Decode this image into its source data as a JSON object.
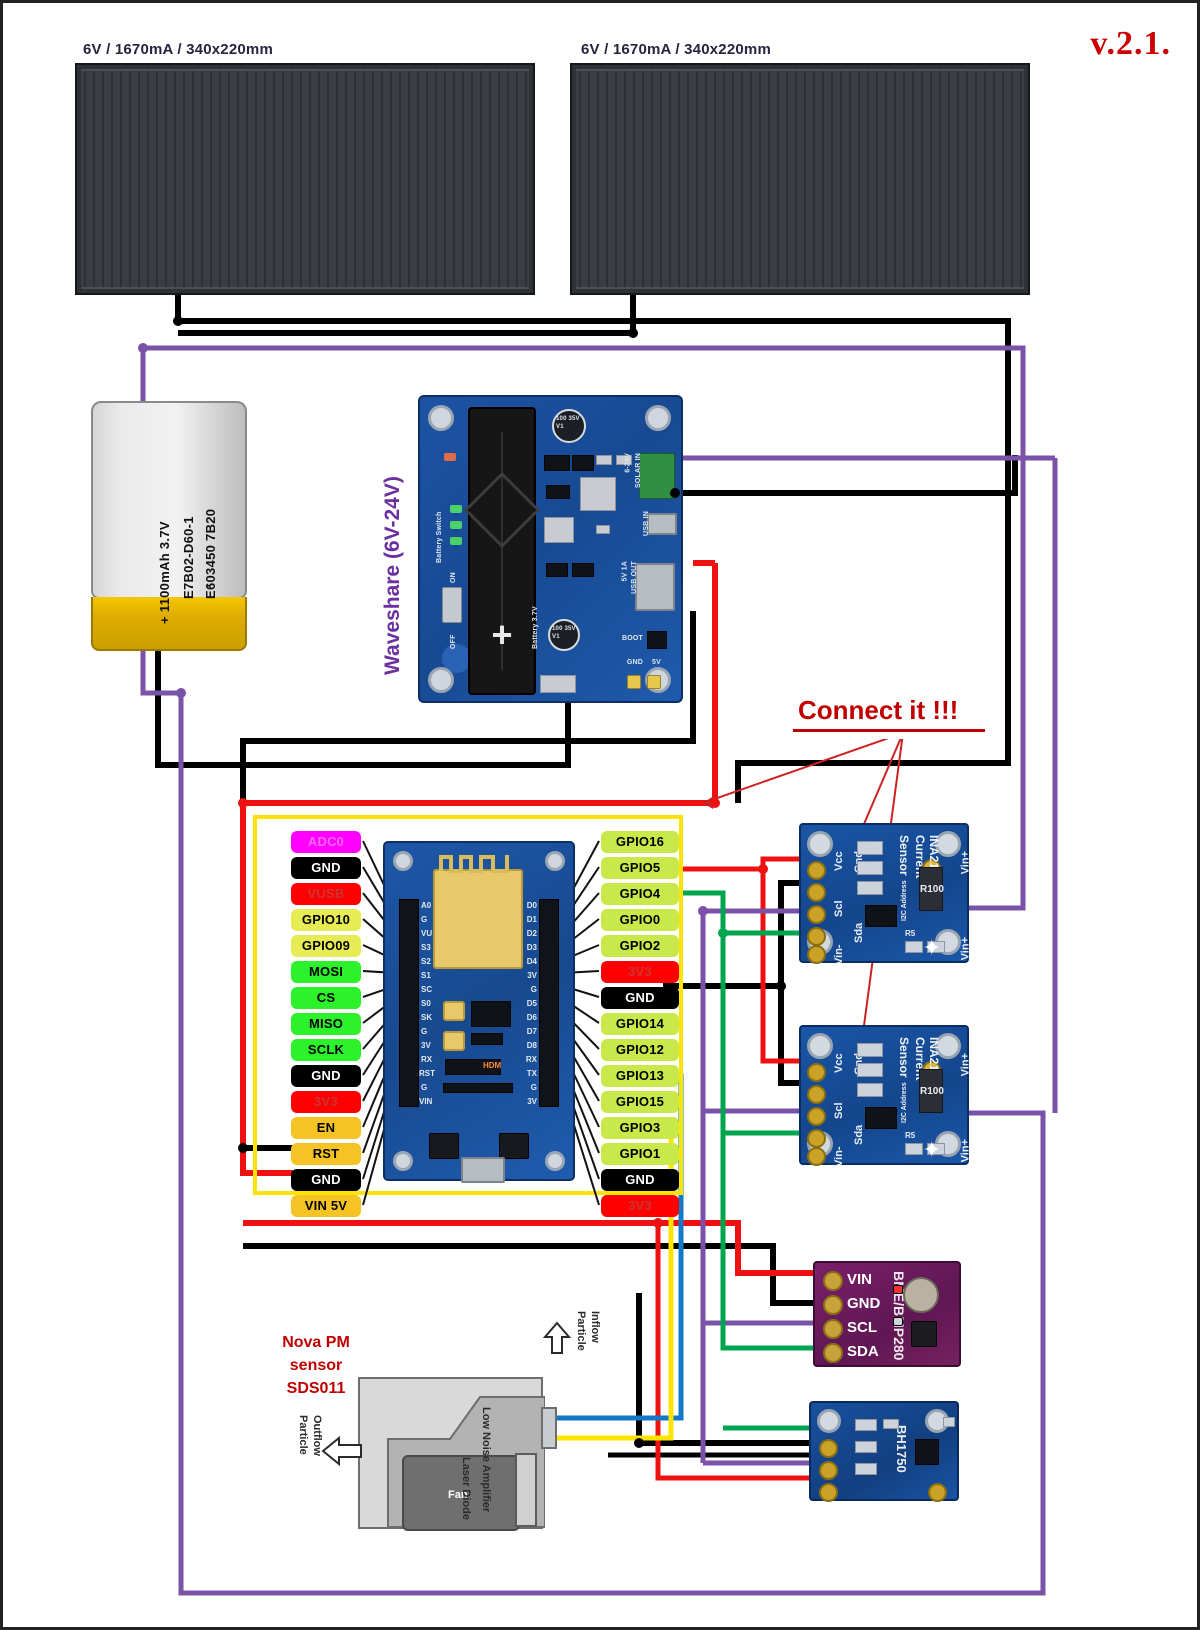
{
  "version_label": "v.2.1.",
  "solar_panels": [
    {
      "caption": "6V / 1670mA / 340x220mm"
    },
    {
      "caption": "6V / 1670mA / 340x220mm"
    }
  ],
  "battery": {
    "line1": "E603450 7B20",
    "line2": "E7B02-D60-1",
    "line3": "+ 1100mAh 3.7V",
    "minus_mark": "-"
  },
  "waveshare": {
    "label": "Waveshare (6V-24V)",
    "silk": {
      "solar_in": "SOLAR IN",
      "solar_range": "6-24V",
      "usb_in": "USB IN",
      "usb_out": "USB OUT",
      "usb_out_rating": "5V 1A",
      "battery_switch": "Battery Switch",
      "on": "ON",
      "off": "OFF",
      "battery_3v7": "Battery 3.7V",
      "boot": "BOOT",
      "cap_value": "100 35V V1",
      "gnd": "GND",
      "v5": "5V"
    }
  },
  "nodemcu": {
    "left_pins": [
      {
        "label": "ADC0",
        "bg": "#ff00ff",
        "fg": "#000000"
      },
      {
        "label": "GND",
        "bg": "#000000",
        "fg": "#ffffff"
      },
      {
        "label": "VUSB",
        "bg": "#ff0000",
        "fg": "#8a0000"
      },
      {
        "label": "GPIO10",
        "bg": "#e8ec54",
        "fg": "#000000"
      },
      {
        "label": "GPIO09",
        "bg": "#e8ec54",
        "fg": "#000000"
      },
      {
        "label": "MOSI",
        "bg": "#2bf22b",
        "fg": "#000000"
      },
      {
        "label": "CS",
        "bg": "#2bf22b",
        "fg": "#000000"
      },
      {
        "label": "MISO",
        "bg": "#2bf22b",
        "fg": "#000000"
      },
      {
        "label": "SCLK",
        "bg": "#2bf22b",
        "fg": "#000000"
      },
      {
        "label": "GND",
        "bg": "#000000",
        "fg": "#ffffff"
      },
      {
        "label": "3V3",
        "bg": "#ff0000",
        "fg": "#8a0000"
      },
      {
        "label": "EN",
        "bg": "#f5c324",
        "fg": "#000000"
      },
      {
        "label": "RST",
        "bg": "#f5c324",
        "fg": "#000000"
      },
      {
        "label": "GND",
        "bg": "#000000",
        "fg": "#ffffff"
      },
      {
        "label": "VIN 5V",
        "bg": "#f5c324",
        "fg": "#000000"
      }
    ],
    "right_pins": [
      {
        "label": "GPIO16",
        "bg": "#c9e84a",
        "fg": "#000000"
      },
      {
        "label": "GPIO5",
        "bg": "#c9e84a",
        "fg": "#000000"
      },
      {
        "label": "GPIO4",
        "bg": "#c9e84a",
        "fg": "#000000"
      },
      {
        "label": "GPIO0",
        "bg": "#c9e84a",
        "fg": "#000000"
      },
      {
        "label": "GPIO2",
        "bg": "#c9e84a",
        "fg": "#000000"
      },
      {
        "label": "3V3",
        "bg": "#ff0000",
        "fg": "#8a0000"
      },
      {
        "label": "GND",
        "bg": "#000000",
        "fg": "#ffffff"
      },
      {
        "label": "GPIO14",
        "bg": "#c9e84a",
        "fg": "#000000"
      },
      {
        "label": "GPIO12",
        "bg": "#c9e84a",
        "fg": "#000000"
      },
      {
        "label": "GPIO13",
        "bg": "#c9e84a",
        "fg": "#000000"
      },
      {
        "label": "GPIO15",
        "bg": "#c9e84a",
        "fg": "#000000"
      },
      {
        "label": "GPIO3",
        "bg": "#c9e84a",
        "fg": "#000000"
      },
      {
        "label": "GPIO1",
        "bg": "#c9e84a",
        "fg": "#000000"
      },
      {
        "label": "GND",
        "bg": "#000000",
        "fg": "#ffffff"
      },
      {
        "label": "3V3",
        "bg": "#ff0000",
        "fg": "#8a0000"
      }
    ],
    "board_left_silk": [
      "A0",
      "G",
      "VU",
      "S3",
      "S2",
      "S1",
      "SC",
      "S0",
      "SK",
      "G",
      "3V",
      "RX",
      "RST",
      "G",
      "VIN"
    ],
    "board_right_silk": [
      "D0",
      "D1",
      "D2",
      "D3",
      "D4",
      "3V",
      "G",
      "D5",
      "D6",
      "D7",
      "D8",
      "RX",
      "TX",
      "G",
      "3V"
    ]
  },
  "ina219_top": {
    "title_line1": "INA219 DC",
    "title_line2": "Current",
    "title_line3": "Sensor",
    "pins_left": [
      "Vcc",
      "Gnd",
      "Scl",
      "Sda",
      "Vin-"
    ],
    "pins_right": [
      "Vin+",
      "Vin+"
    ],
    "shunt": "R100",
    "silk_r": "R5",
    "silk_addr": "I2C Address"
  },
  "ina219_bottom": {
    "title_line1": "INA219 DC",
    "title_line2": "Current",
    "title_line3": "Sensor",
    "pins_left": [
      "Vcc",
      "Gnd",
      "Scl",
      "Sda",
      "Vin-"
    ],
    "pins_right": [
      "Vin+",
      "Vin+"
    ],
    "shunt": "R100",
    "silk_r": "R5",
    "silk_addr": "I2C Address"
  },
  "bme280": {
    "title": "BME/BMP280",
    "pins": [
      "VIN",
      "GND",
      "SCL",
      "SDA"
    ]
  },
  "bh1750": {
    "title": "BH1750"
  },
  "sds011": {
    "name_line1": "Nova PM",
    "name_line2": "sensor",
    "name_line3": "SDS011",
    "amp_label": "Low Noise Amplifier",
    "fan_label": "Fan",
    "laser_label": "Laser Diode",
    "outflow_line1": "Particle",
    "outflow_line2": "Outflow",
    "inflow_line1": "Particle",
    "inflow_line2": "Inflow"
  },
  "annotation": {
    "connect_text": "Connect it !!!"
  },
  "wire_colors": {
    "red": "#ee1111",
    "black": "#000000",
    "purple": "#7a52a8",
    "green": "#00a550",
    "blue": "#1278c8",
    "yellow": "#ffe400"
  }
}
